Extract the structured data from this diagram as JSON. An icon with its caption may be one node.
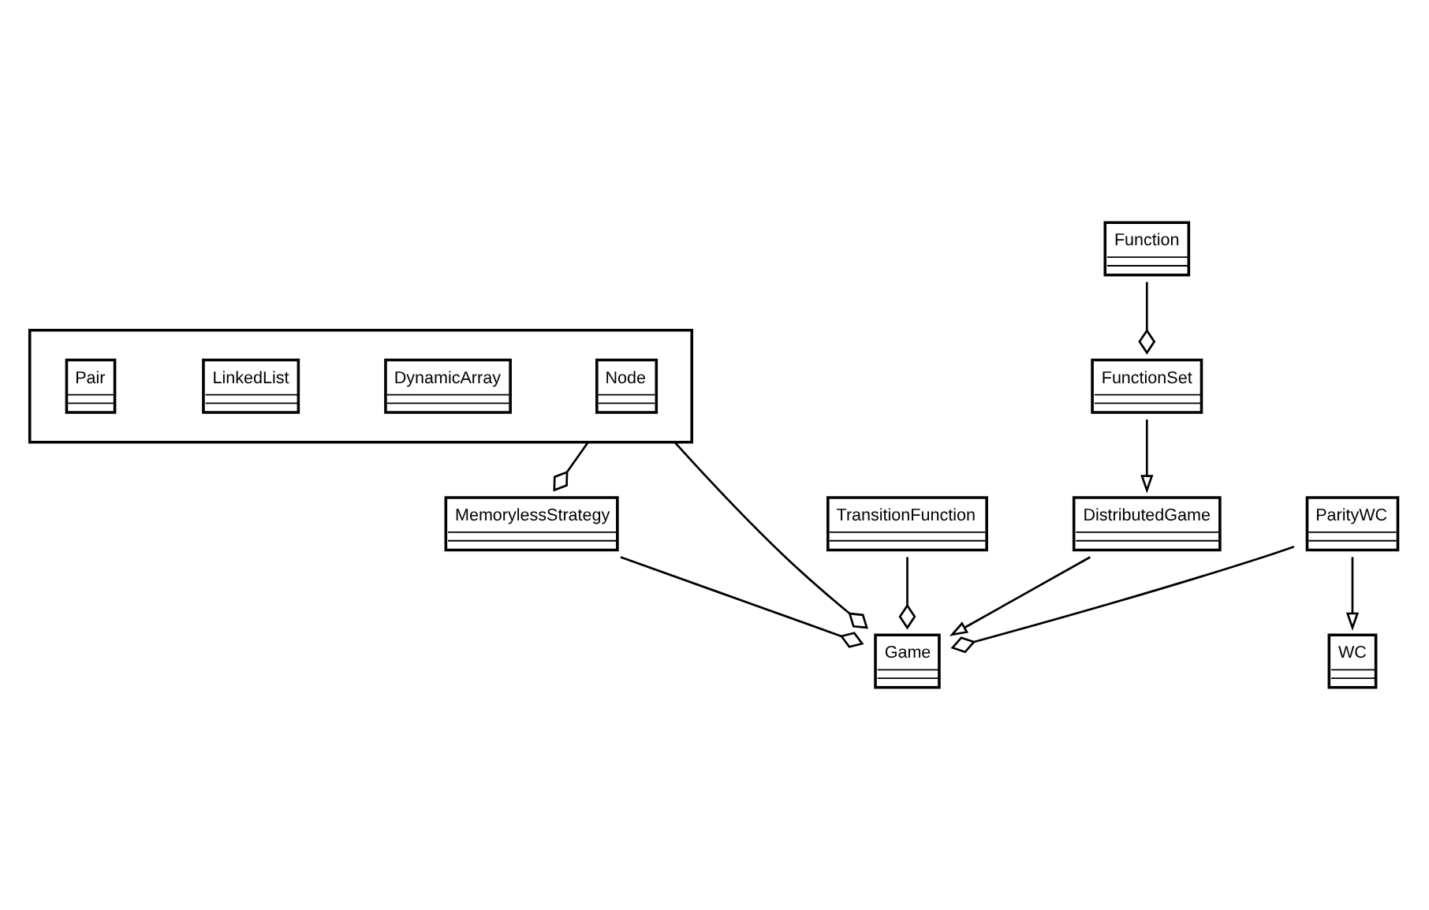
{
  "diagram": {
    "nodes": [
      {
        "text": [],
        "shape": "box"
      },
      {
        "text": [
          "Node"
        ],
        "in": 0
      },
      {
        "text": [
          "DynamicArray"
        ],
        "in": 0
      },
      {
        "text": [
          "LinkedList"
        ],
        "in": 0
      },
      {
        "text": [
          "Pair"
        ],
        "in": 0
      },
      {
        "text": [
          "MemorylessStrategy"
        ]
      },
      {
        "text": [
          "WC"
        ]
      },
      {
        "text": [
          "TransitionFunction"
        ]
      },
      {
        "text": [
          "Game"
        ]
      },
      {
        "text": [
          "ParityWC"
        ]
      },
      {
        "text": [
          "Function"
        ]
      },
      {
        "text": [
          "DistributedGame"
        ]
      },
      {
        "text": [
          "FunctionSet"
        ]
      }
    ],
    "edges": [
      {
        "from": 0,
        "to": 5,
        "arrow": "other"
      },
      {
        "from": 5,
        "to": 8,
        "arrow": "other"
      },
      {
        "from": 0,
        "to": 8,
        "arrow": "other"
      },
      {
        "from": 7,
        "to": 8,
        "arrow": "other"
      },
      {
        "from": 9,
        "to": 8,
        "arrow": "other"
      },
      {
        "from": 9,
        "to": 6,
        "arrow": "to"
      },
      {
        "from": 11,
        "to": 8,
        "arrow": "to"
      },
      {
        "from": 12,
        "to": 11,
        "arrow": "to"
      },
      {
        "from": 10,
        "to": 12,
        "arrow": "other"
      }
    ]
  }
}
